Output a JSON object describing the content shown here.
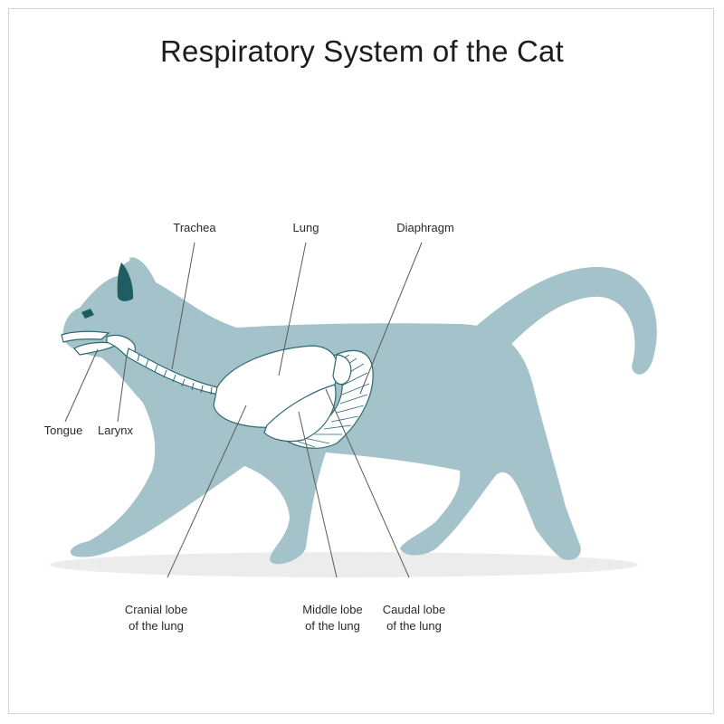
{
  "title": "Respiratory System of the Cat",
  "colors": {
    "body": "#a3c2c9",
    "body_dark": "#1f5d63",
    "organ_fill": "#ffffff",
    "organ_line": "#2c6a70",
    "shadow": "#ececec",
    "leader_line": "#5a5a5a"
  },
  "labels": {
    "trachea": "Trachea",
    "lung": "Lung",
    "diaphragm": "Diaphragm",
    "tongue": "Tongue",
    "larynx": "Larynx",
    "cranial_lobe": [
      "Cranial lobe",
      "of the lung"
    ],
    "middle_lobe": [
      "Middle lobe",
      "of the lung"
    ],
    "caudal_lobe": [
      "Caudal lobe",
      "of the lung"
    ]
  }
}
